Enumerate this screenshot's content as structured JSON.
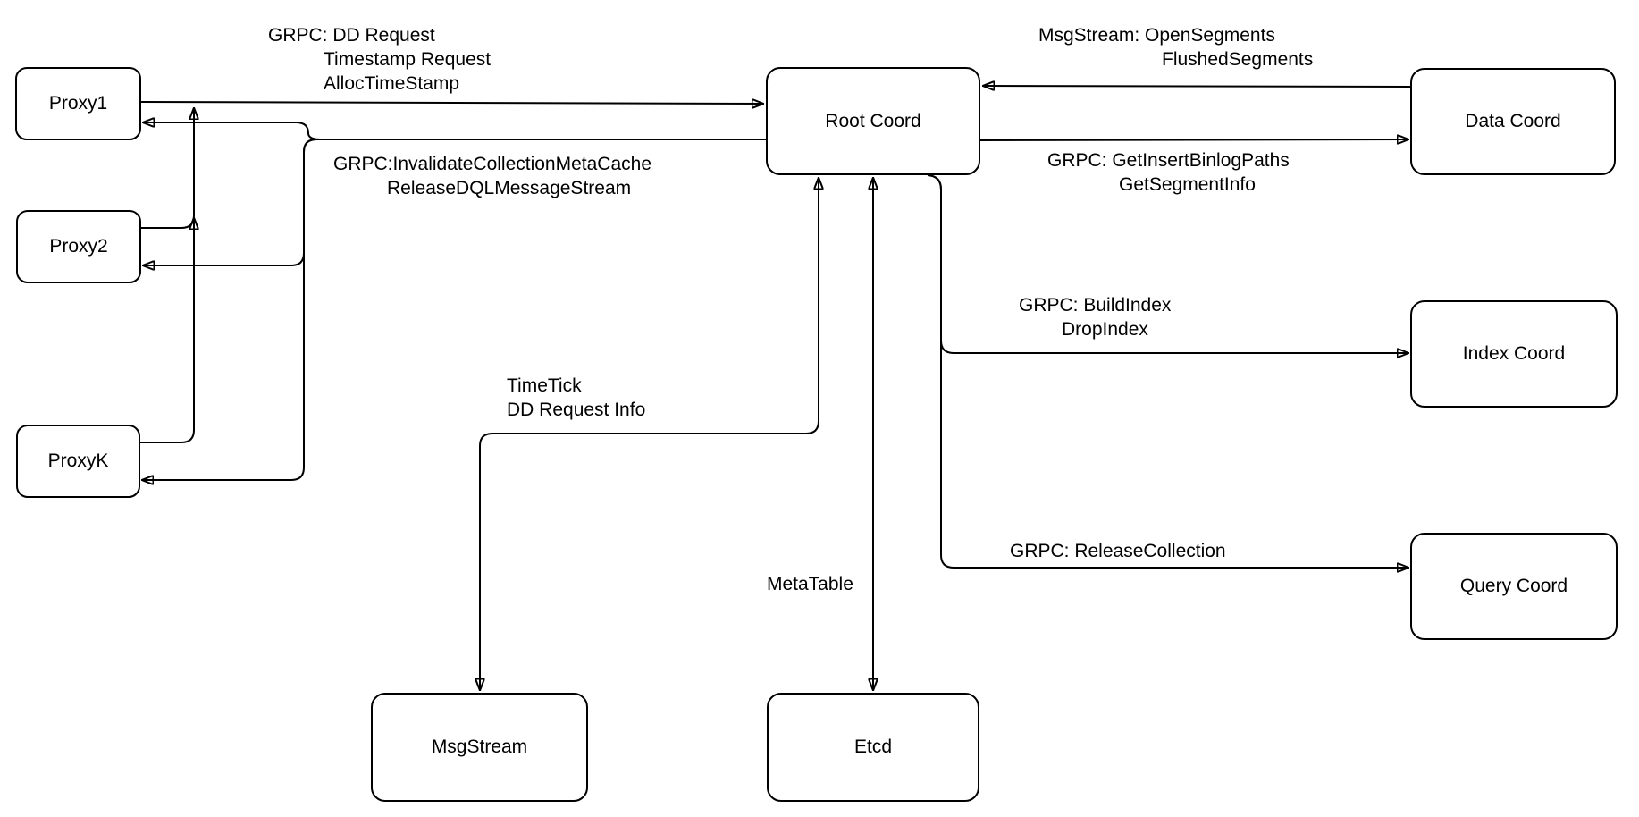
{
  "diagram": {
    "background": "#ffffff",
    "stroke_color": "#000000",
    "text_color": "#000000",
    "node_fill": "#ffffff",
    "nodes": {
      "proxy1": {
        "label": "Proxy1"
      },
      "proxy2": {
        "label": "Proxy2"
      },
      "proxyk": {
        "label": "ProxyK"
      },
      "root_coord": {
        "label": "Root Coord"
      },
      "data_coord": {
        "label": "Data Coord"
      },
      "index_coord": {
        "label": "Index Coord"
      },
      "query_coord": {
        "label": "Query Coord"
      },
      "msgstream": {
        "label": "MsgStream"
      },
      "etcd": {
        "label": "Etcd"
      }
    },
    "edge_labels": {
      "proxy_to_root": {
        "lines": [
          "GRPC: DD Request",
          "Timestamp Request",
          "AllocTimeStamp"
        ]
      },
      "root_to_proxy": {
        "lines": [
          "GRPC:InvalidateCollectionMetaCache",
          "ReleaseDQLMessageStream"
        ]
      },
      "data_to_root": {
        "lines": [
          "MsgStream: OpenSegments",
          "FlushedSegments"
        ]
      },
      "root_to_data": {
        "lines": [
          "GRPC: GetInsertBinlogPaths",
          "GetSegmentInfo"
        ]
      },
      "root_to_index": {
        "lines": [
          "GRPC: BuildIndex",
          "DropIndex"
        ]
      },
      "root_to_query": {
        "lines": [
          "GRPC: ReleaseCollection"
        ]
      },
      "root_to_msgstream": {
        "lines": [
          "TimeTick",
          "DD Request Info"
        ]
      },
      "root_to_etcd": {
        "lines": [
          "MetaTable"
        ]
      }
    }
  }
}
